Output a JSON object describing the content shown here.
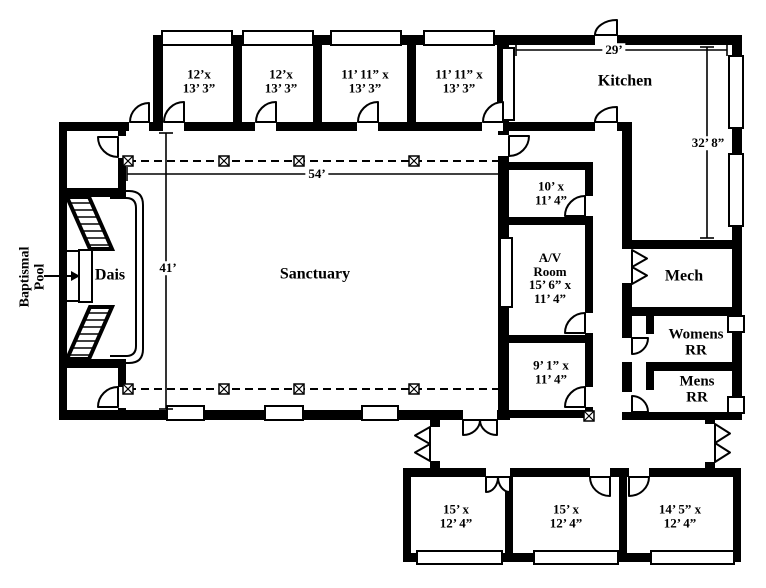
{
  "rooms": {
    "classroom_1": {
      "line1": "12’x",
      "line2": "13’ 3”"
    },
    "classroom_2": {
      "line1": "12’x",
      "line2": "13’ 3”"
    },
    "classroom_3": {
      "line1": "11’ 11” x",
      "line2": "13’ 3”"
    },
    "classroom_4": {
      "line1": "11’ 11” x",
      "line2": "13’ 3”"
    },
    "kitchen": {
      "label": "Kitchen"
    },
    "storage_10ft": {
      "line1": "10’ x",
      "line2": "11’ 4”"
    },
    "av_room": {
      "line1": "A/V",
      "line2": "Room",
      "line3": "15’ 6” x",
      "line4": "11’ 4”"
    },
    "room_9ft1": {
      "line1": "9’ 1” x",
      "line2": "11’ 4”"
    },
    "mech": {
      "label": "Mech"
    },
    "womens_rr": {
      "line1": "Womens",
      "line2": "RR"
    },
    "mens_rr": {
      "line1": "Mens",
      "line2": "RR"
    },
    "sanctuary": {
      "label": "Sanctuary"
    },
    "dais": {
      "label": "Dais"
    },
    "baptismal_pool": {
      "line1": "Baptismal",
      "line2": "Pool"
    },
    "south_room_1": {
      "line1": "15’ x",
      "line2": "12’ 4”"
    },
    "south_room_2": {
      "line1": "15’ x",
      "line2": "12’ 4”"
    },
    "south_room_3": {
      "line1": "14’ 5” x",
      "line2": "12’ 4”"
    }
  },
  "dimensions": {
    "sanctuary_width": "54’",
    "sanctuary_depth": "41’",
    "kitchen_width": "29’",
    "kitchen_depth": "32’ 8”"
  },
  "colors": {
    "wall": "#000000",
    "floor": "#ffffff"
  }
}
